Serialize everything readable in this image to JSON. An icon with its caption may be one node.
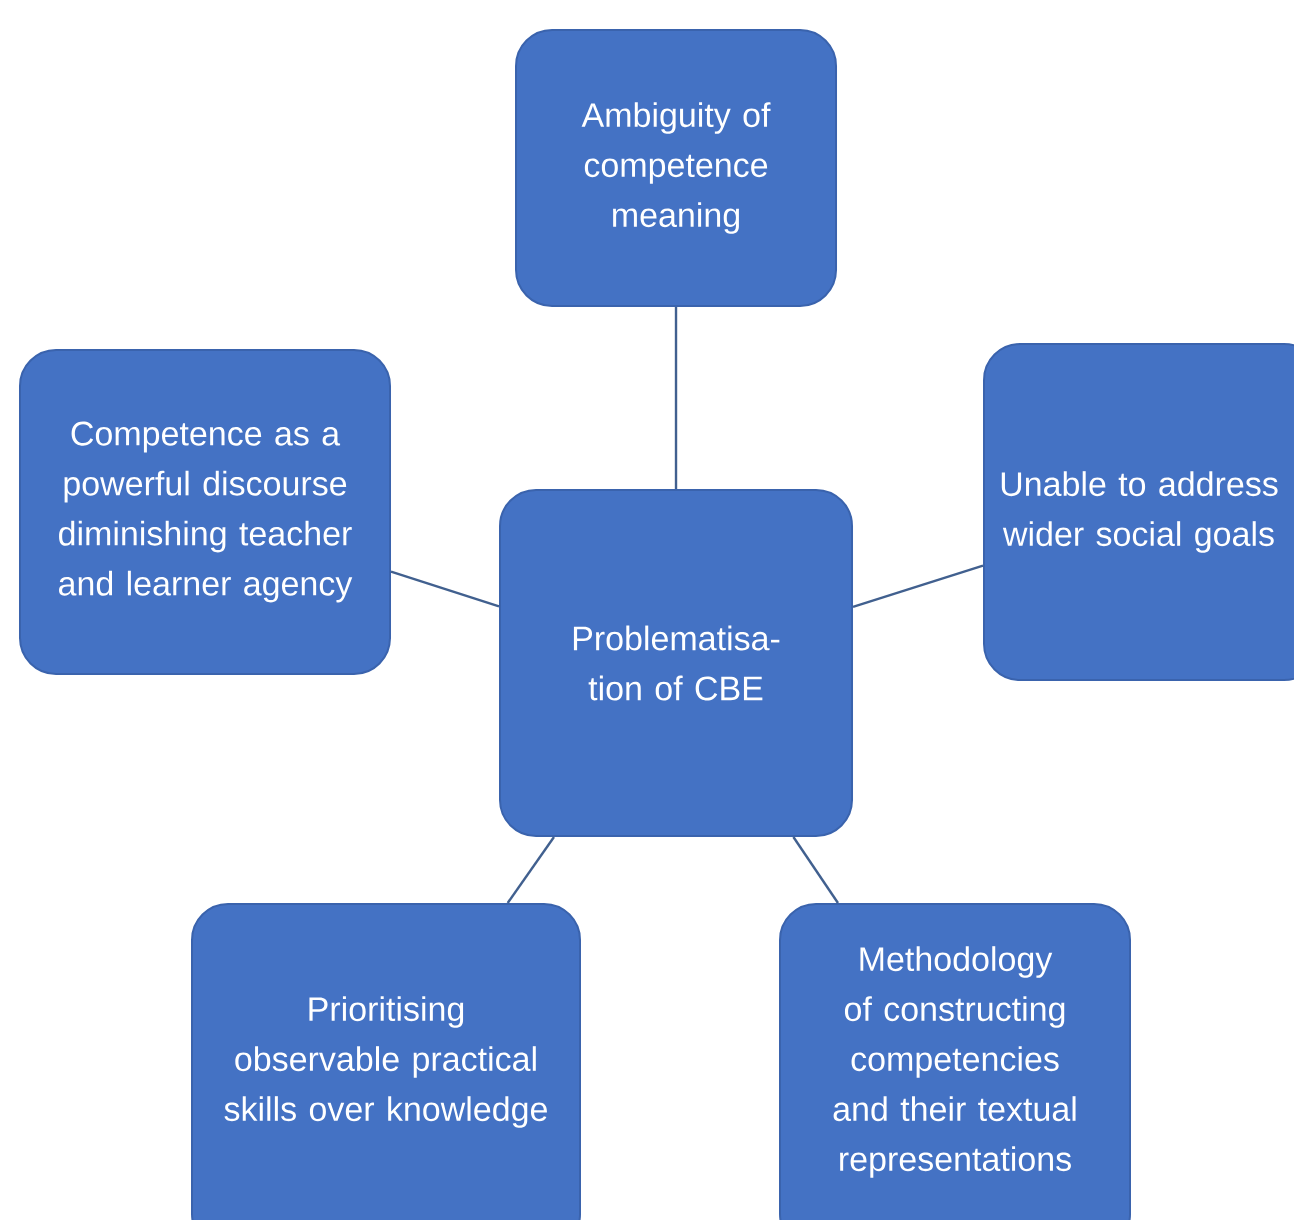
{
  "diagram": {
    "nodes": [
      {
        "text": [
          "Problematisa-tion of CBE"
        ]
      },
      {
        "text": [
          "Ambiguity of competence meaning"
        ]
      },
      {
        "text": [
          "Competence as a powerful discourse diminishing teacher and learner agency"
        ]
      },
      {
        "text": [
          "Unable to address wider social goals"
        ]
      },
      {
        "text": [
          "Prioritising observable practical skills over knowledge"
        ]
      },
      {
        "text": [
          "Methodology of constructing competencies and their textual representations"
        ]
      }
    ],
    "edges": [
      {
        "from": 0,
        "to": 1,
        "arrow": "none"
      },
      {
        "from": 0,
        "to": 2,
        "arrow": "none"
      },
      {
        "from": 0,
        "to": 3,
        "arrow": "none"
      },
      {
        "from": 0,
        "to": 4,
        "arrow": "none"
      },
      {
        "from": 0,
        "to": 5,
        "arrow": "none"
      }
    ]
  }
}
